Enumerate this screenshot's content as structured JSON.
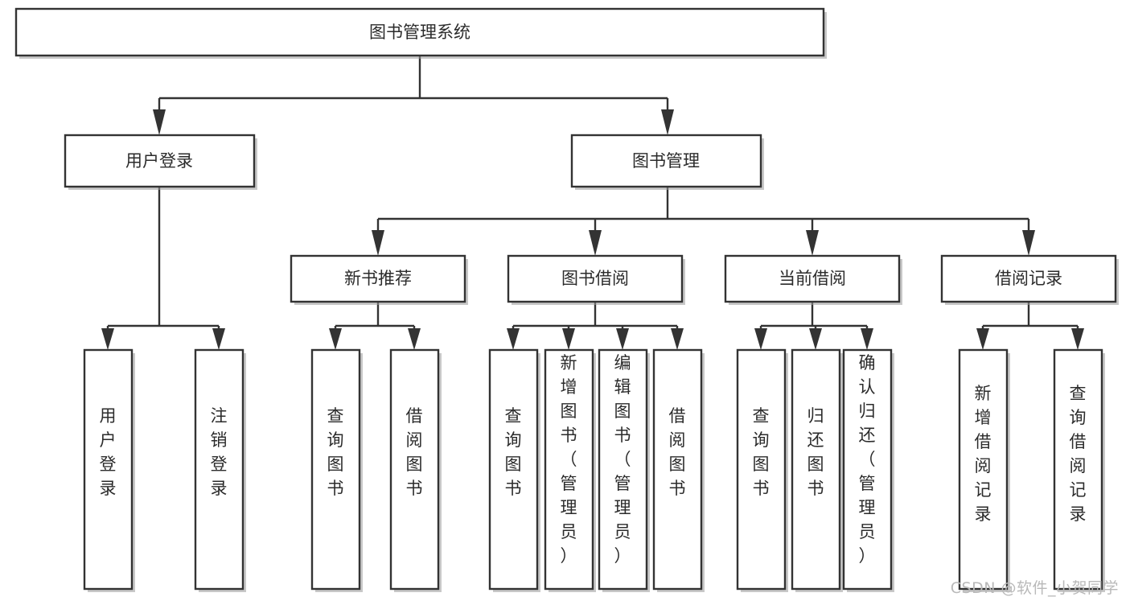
{
  "diagram": {
    "type": "tree-hierarchy",
    "title": "图书管理系统",
    "watermark": "CSDN @软件_小贺同学",
    "colors": {
      "box_stroke": "#333333",
      "box_fill": "#ffffff",
      "connector": "#333333",
      "text": "#2b2b2b",
      "watermark": "#b9b9b9",
      "background": "#ffffff"
    },
    "root": {
      "label": "图书管理系统"
    },
    "level1": [
      {
        "label": "用户登录"
      },
      {
        "label": "图书管理"
      }
    ],
    "level2": [
      {
        "label": "新书推荐"
      },
      {
        "label": "图书借阅"
      },
      {
        "label": "当前借阅"
      },
      {
        "label": "借阅记录"
      }
    ],
    "leaves": {
      "user_login": [
        {
          "label": "用户登录"
        },
        {
          "label": "注销登录"
        }
      ],
      "new_book_recommend": [
        {
          "label": "查询图书"
        },
        {
          "label": "借阅图书"
        }
      ],
      "book_borrow": [
        {
          "label": "查询图书"
        },
        {
          "label": "新增图书（管理员）"
        },
        {
          "label": "编辑图书（管理员）"
        },
        {
          "label": "借阅图书"
        }
      ],
      "current_borrow": [
        {
          "label": "查询图书"
        },
        {
          "label": "归还图书"
        },
        {
          "label": "确认归还（管理员）"
        }
      ],
      "borrow_record": [
        {
          "label": "新增借阅记录"
        },
        {
          "label": "查询借阅记录"
        }
      ]
    }
  }
}
